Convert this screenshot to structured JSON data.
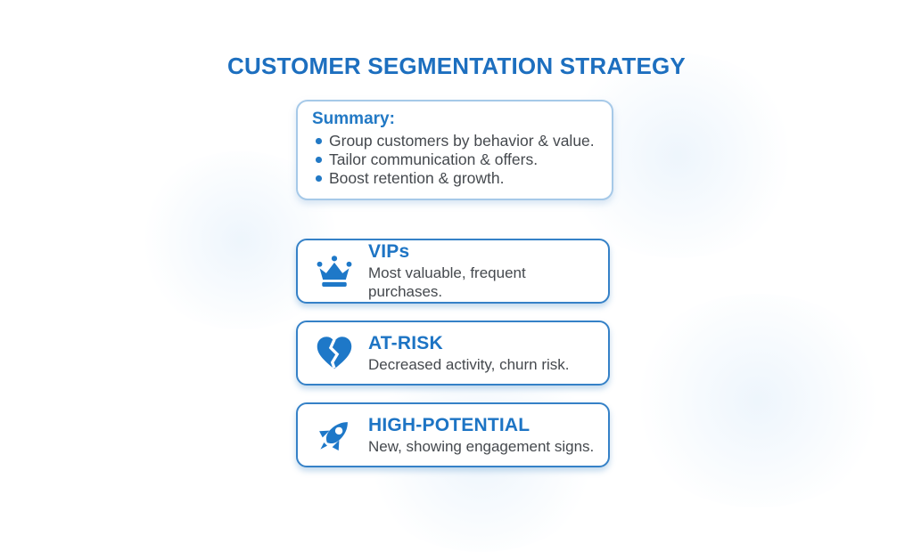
{
  "slide": {
    "title": "CUSTOMER SEGMENTATION STRATEGY"
  },
  "colors": {
    "title_blue": "#1d6fbf",
    "heading_blue": "#2279c5",
    "card_title_blue": "#1d74c4",
    "icon_blue": "#1e78c8",
    "card_border_blue": "#3581c7",
    "summary_border_blue": "#a6c9e8",
    "body_text_gray": "#45494e",
    "background": "#ffffff"
  },
  "summary": {
    "heading": "Summary:",
    "bullets": [
      "Group customers by behavior & value.",
      "Tailor communication & offers.",
      "Boost retention & growth."
    ]
  },
  "segments": [
    {
      "icon": "crown-icon",
      "title": "VIPs",
      "description": "Most valuable, frequent purchases."
    },
    {
      "icon": "broken-heart-icon",
      "title": "AT-RISK",
      "description": "Decreased activity, churn risk."
    },
    {
      "icon": "rocket-icon",
      "title": "HIGH-POTENTIAL",
      "description": "New, showing engagement signs."
    }
  ]
}
